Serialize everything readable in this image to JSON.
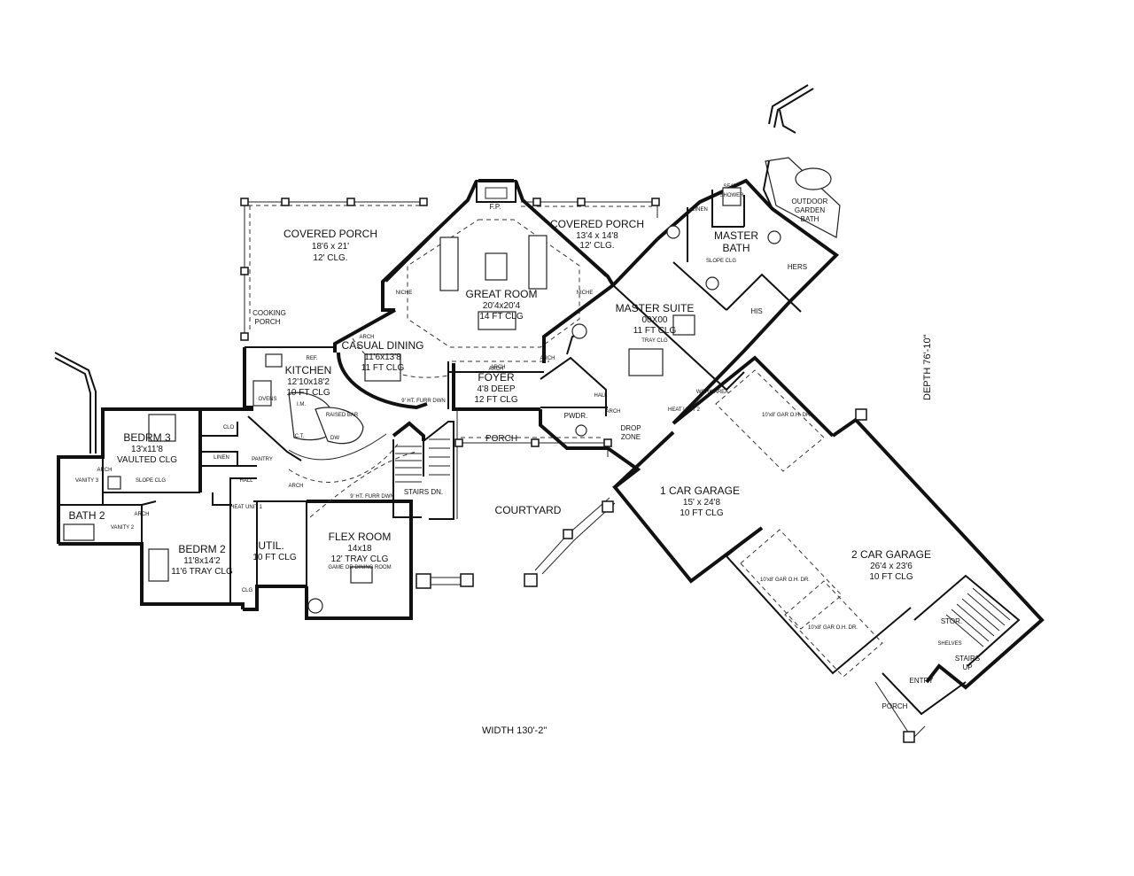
{
  "rooms": {
    "covered_porch_left": {
      "name": "COVERED PORCH",
      "size": "18'6 x 21'",
      "ceiling": "12' CLG."
    },
    "cooking_porch": {
      "line1": "COOKING",
      "line2": "PORCH"
    },
    "fireplace": {
      "name": "F.P."
    },
    "great_room": {
      "name": "GREAT ROOM",
      "size": "20'4x20'4",
      "ceiling": "14 FT CLG"
    },
    "covered_porch_right": {
      "name": "COVERED PORCH",
      "size": "13'4 x 14'8",
      "ceiling": "12' CLG."
    },
    "casual_dining": {
      "name": "CASUAL DINING",
      "size": "11'6x13'8",
      "ceiling": "11 FT CLG"
    },
    "kitchen": {
      "name": "KITCHEN",
      "size": "12'10x18'2",
      "ceiling": "10 FT CLG"
    },
    "foyer": {
      "name": "FOYER",
      "size": "4'8 DEEP",
      "ceiling": "12 FT CLG"
    },
    "master_suite": {
      "name": "MASTER SUITE",
      "size": "00X00",
      "ceiling": "11 FT CLG",
      "note": "TRAY CLG"
    },
    "master_bath": {
      "line1": "MASTER",
      "line2": "BATH",
      "note": "SLOPE CLG"
    },
    "outdoor_garden_bath": {
      "line1": "OUTDOOR",
      "line2": "GARDEN",
      "line3": "BATH"
    },
    "bedroom_3": {
      "name": "BEDRM 3",
      "size": "13'x11'8",
      "ceiling": "VAULTED CLG",
      "note": "SLOPE CLG"
    },
    "bath_2": {
      "name": "BATH 2"
    },
    "bedroom_2": {
      "name": "BEDRM 2",
      "size": "11'8x14'2",
      "ceiling": "11'6 TRAY CLG"
    },
    "utility": {
      "name": "UTIL.",
      "ceiling": "10 FT CLG"
    },
    "flex_room": {
      "name": "FLEX ROOM",
      "size": "14x18",
      "ceiling": "12' TRAY CLG",
      "note": "GAME OR DINING ROOM"
    },
    "powder": {
      "name": "PWDR."
    },
    "drop_zone": {
      "line1": "DROP",
      "line2": "ZONE"
    },
    "porch_front": {
      "name": "PORCH"
    },
    "courtyard": {
      "name": "COURTYARD"
    },
    "stairs_down": {
      "name": "STAIRS DN."
    },
    "garage_1": {
      "name": "1 CAR GARAGE",
      "size": "15' x 24'8",
      "ceiling": "10 FT CLG"
    },
    "garage_2": {
      "name": "2 CAR GARAGE",
      "size": "26'4 x 23'6",
      "ceiling": "10 FT CLG"
    },
    "storage": {
      "name": "STOR."
    },
    "stairs_up": {
      "line1": "STAIRS",
      "line2": "UP"
    },
    "entry": {
      "name": "ENTRY"
    },
    "porch_garage": {
      "name": "PORCH"
    }
  },
  "small_labels": {
    "arch": "ARCH",
    "niche": "NICHE",
    "hall": "HALL",
    "pantry": "PANTRY",
    "linen": "LINEN",
    "clo": "CLO",
    "clg": "CLG",
    "ovens": "OVENS",
    "ref": "REF.",
    "raised_bar": "RAISED BAR",
    "dw": "DW",
    "ct": "C.T.",
    "im": "I.M.",
    "heat_unit_1": "HEAT UNIT 1",
    "heat_unit_2": "HEAT UNIT 2",
    "vanity_2": "VANITY 2",
    "vanity_3": "VANITY 3",
    "shower": "SHOWER",
    "seat": "SEAT",
    "his": "HIS",
    "hers": "HERS",
    "work_area": "WORK AREA",
    "shelves": "SHELVES",
    "gar_door_1": "10'x8' GAR O.H. DR.",
    "gar_door_2": "10'x8' GAR O.H. DR.",
    "gar_door_3": "10'x8' GAR O.H. DR.",
    "furr_kitchen": "9' HT. FURR DWN",
    "furr_flex": "9' HT. FURR DWN"
  },
  "dimensions": {
    "width": "WIDTH 130'-2\"",
    "depth": "DEPTH 76'-10\""
  }
}
